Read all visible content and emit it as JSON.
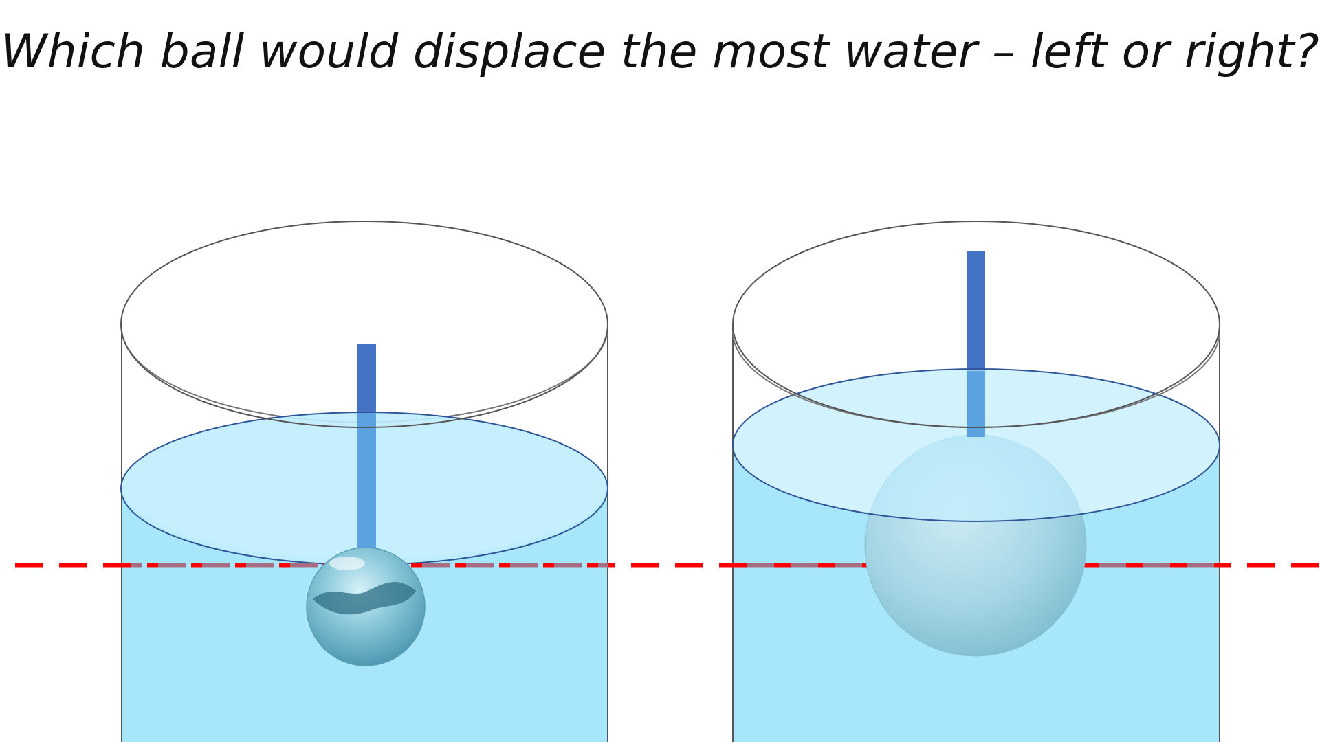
{
  "slide": {
    "title": "Which ball would displace the most water – left or right?"
  },
  "colors": {
    "water_body": "#A8E6FC",
    "water_surface": "#C0EDFD",
    "water_surface_edge": "#2E5597",
    "glass_outline": "#555555",
    "rod": "#4472C4",
    "rod_submerged": "#5BA3E0",
    "reference_line": "#FF0000",
    "reference_line_in_water": "#A66D83",
    "small_ball": "#7EC3D6",
    "large_ball": "#9ED4E4"
  },
  "diagram": {
    "containers": [
      {
        "name": "left",
        "ball_size": "small",
        "ball_material": "glass"
      },
      {
        "name": "right",
        "ball_size": "large",
        "ball_material": "foam"
      }
    ],
    "reference_line_style": "dashed"
  }
}
